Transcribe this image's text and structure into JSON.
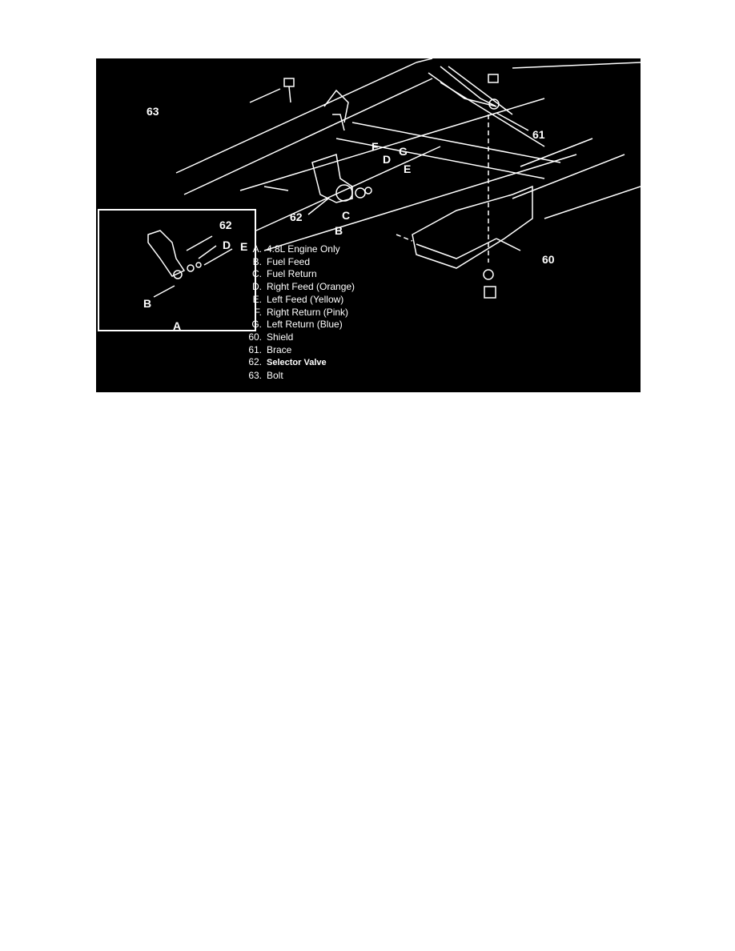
{
  "figure": {
    "callouts": {
      "c63": "63",
      "c61": "61",
      "c62": "62",
      "c60": "60",
      "F": "F",
      "D": "D",
      "G": "G",
      "E": "E",
      "C": "C",
      "B": "B"
    },
    "inset": {
      "title": "A",
      "callouts": {
        "c62": "62",
        "D": "D",
        "E": "E",
        "B": "B"
      }
    },
    "legend": [
      {
        "key": "A.",
        "text": "4.8L Engine Only"
      },
      {
        "key": "B.",
        "text": "Fuel Feed"
      },
      {
        "key": "C.",
        "text": "Fuel Return"
      },
      {
        "key": "D.",
        "text": "Right Feed (Orange)"
      },
      {
        "key": "E.",
        "text": "Left Feed (Yellow)"
      },
      {
        "key": "F.",
        "text": "Right Return (Pink)"
      },
      {
        "key": "G.",
        "text": "Left Return (Blue)"
      },
      {
        "key": "60.",
        "text": "Shield"
      },
      {
        "key": "61.",
        "text": "Brace"
      },
      {
        "key": "62.",
        "text": "Selector Valve"
      },
      {
        "key": "63.",
        "text": "Bolt"
      }
    ]
  }
}
